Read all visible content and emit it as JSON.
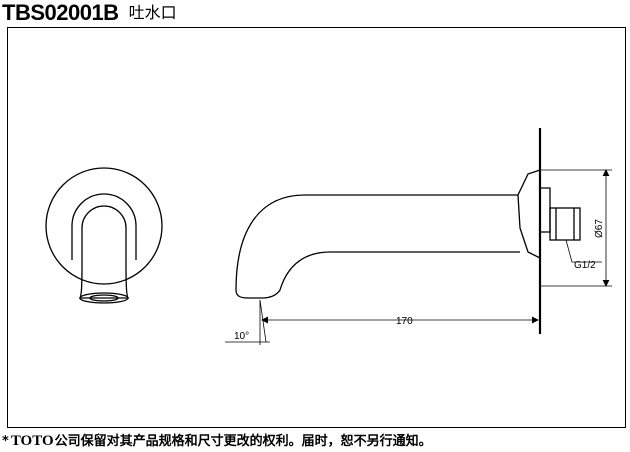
{
  "header": {
    "model": "TBS02001B",
    "product_name": "吐水口"
  },
  "dimensions": {
    "length": "170",
    "angle": "10°",
    "diameter": "Ø67",
    "thread": "G1/2"
  },
  "footer": {
    "asterisk": "*",
    "brand": "TOTO",
    "notice": "公司保留对其产品规格和尺寸更改的权利。届时，恕不另行通知。"
  }
}
